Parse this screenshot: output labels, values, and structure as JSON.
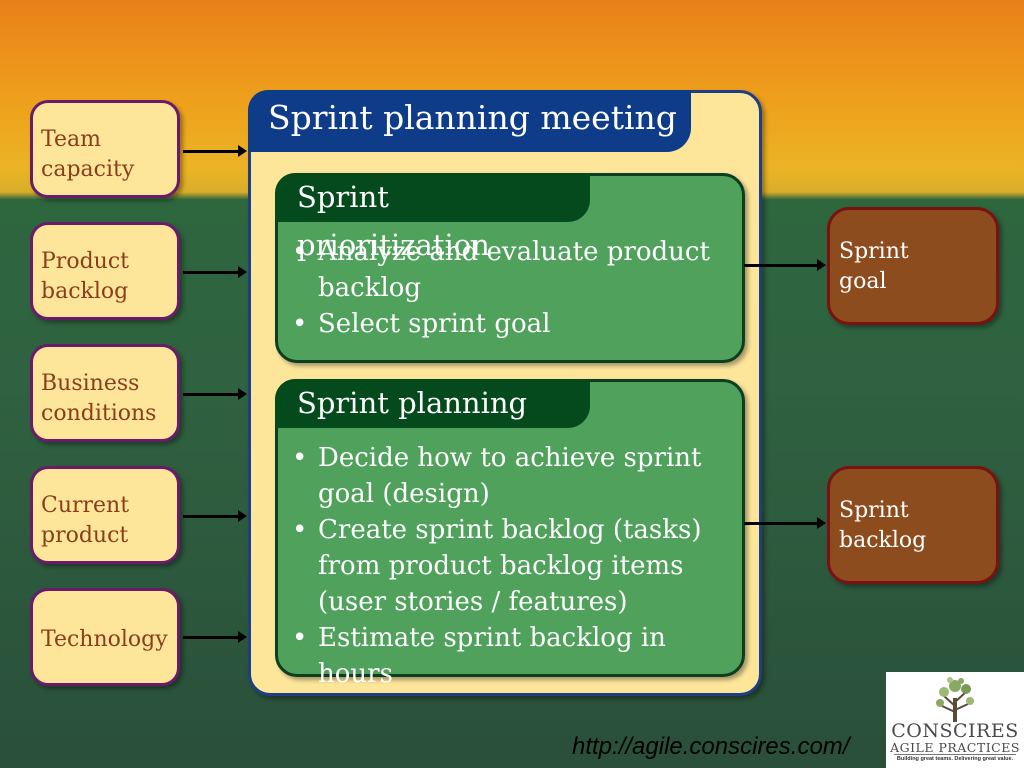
{
  "inputs": [
    {
      "line1": "Team",
      "line2": "capacity"
    },
    {
      "line1": "Product",
      "line2": "backlog"
    },
    {
      "line1": "Business",
      "line2": "conditions"
    },
    {
      "line1": "Current",
      "line2": "product"
    },
    {
      "line1": "Technology",
      "line2": ""
    }
  ],
  "meeting": {
    "title": "Sprint planning meeting",
    "prioritization": {
      "title": "Sprint prioritization",
      "bullets": [
        {
          "line1": "Analyze and evaluate product",
          "line2": "backlog"
        },
        {
          "line1": "Select sprint goal",
          "line2": ""
        }
      ]
    },
    "planning": {
      "title": "Sprint planning",
      "bullets": [
        {
          "line1": "Decide how to achieve sprint",
          "line2": "goal (design)",
          "line3": ""
        },
        {
          "line1": "Create sprint backlog (tasks)",
          "line2": "from product backlog items",
          "line3": "(user stories / features)"
        },
        {
          "line1": "Estimate sprint backlog in hours",
          "line2": "",
          "line3": ""
        }
      ]
    }
  },
  "outputs": [
    {
      "line1": "Sprint",
      "line2": "goal"
    },
    {
      "line1": "Sprint",
      "line2": "backlog"
    }
  ],
  "footer": {
    "url": "http://agile.conscires.com/"
  },
  "logo": {
    "name": "CONSCIRES",
    "sub": "AGILE PRACTICES",
    "tagline": "Building great teams. Delivering great value."
  },
  "colors": {
    "input_fill": "#fde59a",
    "input_border": "#6a1b6a",
    "main_title_fill": "#0f3c88",
    "sub_box_fill": "#4fa15c",
    "sub_title_fill": "#054a1d",
    "output_fill": "#8d4c1e"
  }
}
